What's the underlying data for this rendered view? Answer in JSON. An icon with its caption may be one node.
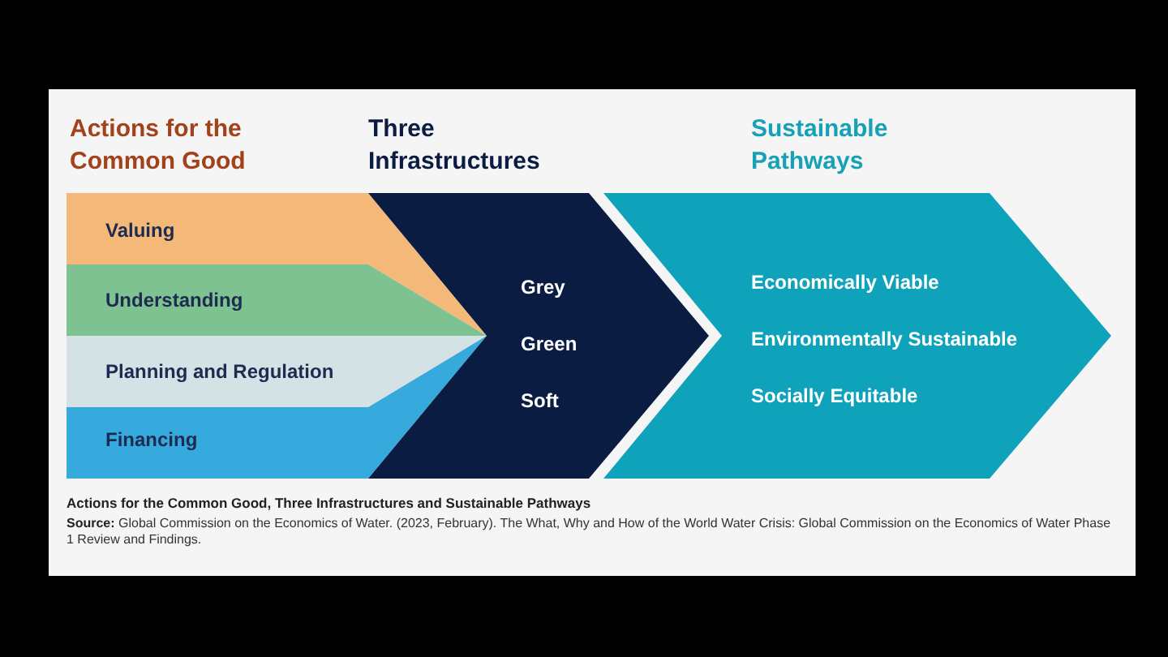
{
  "diagram": {
    "caption": "Actions for the Common Good, Three Infrastructures and Sustainable Pathways",
    "nodes": [
      {
        "text": [
          "Valuing"
        ]
      },
      {
        "text": [
          "Understanding"
        ]
      },
      {
        "text": [
          "Planning and Regulation"
        ]
      },
      {
        "text": [
          "Financing"
        ]
      },
      {
        "text": [
          "Three Infrastructures",
          "Grey",
          "Green",
          "Soft"
        ]
      },
      {
        "text": [
          "Sustainable Pathways",
          "Economically Viable",
          "Environmentally Sustainable",
          "Socially Equitable"
        ]
      }
    ],
    "labels": [
      "Actions for the Common Good",
      "**Source:** Global Commission on the Economics of Water. (2023, February). The What, Why and How of the World Water Crisis: Global Commission on the Economics of Water Phase 1 Review and Findings."
    ]
  }
}
